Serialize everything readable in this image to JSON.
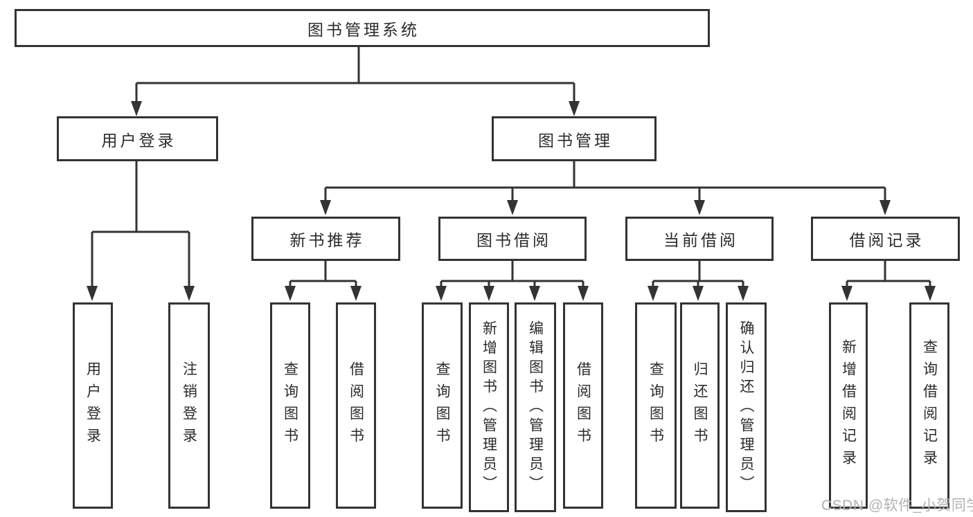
{
  "nodes": {
    "root": "图书管理系统",
    "user_login": "用户登录",
    "book_mgmt": "图书管理",
    "new_books": "新书推荐",
    "book_borrow": "图书借阅",
    "current_borrow": "当前借阅",
    "borrow_records": "借阅记录"
  },
  "leaves": {
    "user_login": [
      "用户登录",
      "注销登录"
    ],
    "new_books": [
      "查询图书",
      "借阅图书"
    ],
    "book_borrow": [
      "查询图书",
      "新增图书（管理员）",
      "编辑图书（管理员）",
      "借阅图书"
    ],
    "current_borrow": [
      "查询图书",
      "归还图书",
      "确认归还（管理员）"
    ],
    "borrow_records": [
      "新增借阅记录",
      "查询借阅记录"
    ]
  },
  "watermark": "CSDN @软件_小贺同学",
  "colors": {
    "line": "#333333",
    "text": "#2b2b2b",
    "watermark": "#b1b1b1",
    "background": "#ffffff"
  }
}
